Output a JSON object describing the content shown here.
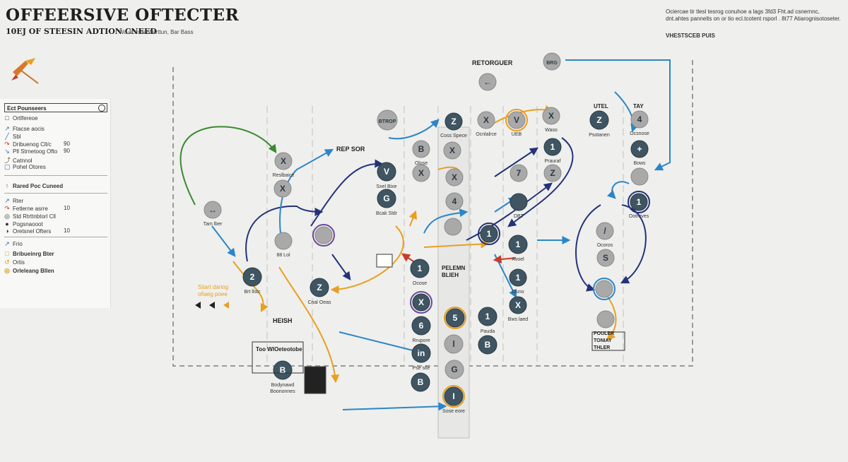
{
  "header": {
    "title": "OFFEERSIVE  OFTECTER",
    "subtitle": "10EJ OF STEESIN ADTION CNEED",
    "subnote": "Wa dcesia of arttun, Bar Bass",
    "top_note": "Ociercae tir tlesl tesrog conuhoe a lags 3fd3 Fht.ad csnernnc, dnt.ahtes pannelts on or tio ecl.tcotent rsporl  . 8t77 Atiarognisotoseter.",
    "top_label": "VHESTSCEB PUIS"
  },
  "legend": {
    "heading": "Ect Pounseers",
    "rows": [
      {
        "icon": "□",
        "label": "Ortlfereoe",
        "value": "",
        "color": "#333333"
      },
      {
        "icon": "↗",
        "label": "Ftacse aocis",
        "value": "",
        "color": "#2a6fb0"
      },
      {
        "icon": "╱",
        "label": "Sbl",
        "value": "",
        "color": "#2a6fb0"
      },
      {
        "icon": "↷",
        "label": "Dribuenog Cll/c",
        "value": "90",
        "color": "#c23a2a"
      },
      {
        "icon": "↘",
        "label": "Pll Strnetoog Ofto",
        "value": "90",
        "color": "#2a6fb0"
      },
      {
        "icon": "⤴",
        "label": "Catnnol",
        "value": "",
        "color": "#8a5a2a"
      },
      {
        "icon": "▢",
        "label": "Pohel Otores",
        "value": "",
        "color": "#2a6fb0"
      },
      {
        "icon": "↑",
        "label": "Rared Poc Cuneed",
        "value": "",
        "color": "#c23a2a",
        "bold": true
      },
      {
        "icon": "↗",
        "label": "Rter",
        "value": "",
        "color": "#2a6fb0"
      },
      {
        "icon": "↷",
        "label": "Fetlerne asrre",
        "value": "10",
        "color": "#c23a2a"
      },
      {
        "icon": "◎",
        "label": "Std Rtrttnbtorl Cll",
        "value": "",
        "color": "#333333"
      },
      {
        "icon": "●",
        "label": "Pogsnaooot",
        "value": "",
        "color": "#333333"
      },
      {
        "icon": "◑",
        "label": "Oretsnel Ofters",
        "value": "10",
        "color": "#333333"
      },
      {
        "icon": "↗",
        "label": "Frio",
        "value": "",
        "color": "#2a6fb0"
      },
      {
        "icon": "□",
        "label": "Bribueinrg Bter",
        "value": "",
        "color": "#d99a1a",
        "bold": true
      },
      {
        "icon": "↺",
        "label": "Ortis",
        "value": "",
        "color": "#d99a1a"
      },
      {
        "icon": "◎",
        "label": "Orleleang Bllen",
        "value": "",
        "color": "#d99a1a",
        "bold": true
      }
    ]
  },
  "colors": {
    "node": "#3f5562",
    "node_light": "#a9a9a9",
    "blue": "#2a86c8",
    "navy": "#23327a",
    "orange": "#e8a020",
    "green": "#3a8a30",
    "red": "#c83a2a",
    "purple": "#6a4a9a"
  },
  "field_labels": {
    "retro": "RETORGUER",
    "rep": "REP SOR",
    "heish": "HEISH",
    "pelemn": "PELEMN\nBLIEH",
    "box_label": "Too WIOeteotobe",
    "start_note": "Stiart dariog\nofiaeg poee",
    "pouler": "POULER\nTONIAY\nTHLER",
    "ilti": "UTEL",
    "tay": "TAY"
  },
  "nodes": [
    {
      "id": "n1",
      "glyph": "↔",
      "label": "Tam lber",
      "shade": "light"
    },
    {
      "id": "n2",
      "glyph": "2",
      "label": "Brt llstc",
      "shade": "dark"
    },
    {
      "id": "n3",
      "glyph": "X",
      "label": "Reslbaice",
      "shade": "light"
    },
    {
      "id": "n4",
      "glyph": "X",
      "label": "",
      "shade": "light"
    },
    {
      "id": "n5",
      "glyph": "",
      "label": "88  Lol",
      "shade": "light"
    },
    {
      "id": "n6",
      "glyph": "Z",
      "label": "Cnal Oeas",
      "shade": "dark"
    },
    {
      "id": "n7",
      "glyph": "",
      "label": "",
      "shade": "light"
    },
    {
      "id": "n8",
      "glyph": "BTROP",
      "label": "",
      "shade": "light"
    },
    {
      "id": "n9",
      "glyph": "V",
      "label": "Sxel Bixe",
      "shade": "dark"
    },
    {
      "id": "n10",
      "glyph": "G",
      "label": "Bcak Sldr",
      "shade": "dark"
    },
    {
      "id": "n11",
      "glyph": "B",
      "label": "Olose",
      "shade": "light"
    },
    {
      "id": "n12",
      "glyph": "X",
      "label": "",
      "shade": "light"
    },
    {
      "id": "n13",
      "glyph": "Z",
      "label": "Coss Spece",
      "shade": "dark"
    },
    {
      "id": "n14",
      "glyph": "X",
      "label": "",
      "shade": "light"
    },
    {
      "id": "n15",
      "glyph": "X",
      "label": "",
      "shade": "light"
    },
    {
      "id": "n16",
      "glyph": "4",
      "label": "",
      "shade": "light"
    },
    {
      "id": "n17",
      "glyph": "",
      "label": "",
      "shade": "light"
    },
    {
      "id": "n18",
      "glyph": "1",
      "label": "",
      "shade": "dark"
    },
    {
      "id": "n19",
      "glyph": "X",
      "label": "Ocnlalrce",
      "shade": "light"
    },
    {
      "id": "n20",
      "glyph": "V",
      "label": "UEB",
      "shade": "light"
    },
    {
      "id": "n21",
      "glyph": "X",
      "label": "Waso",
      "shade": "light"
    },
    {
      "id": "n22",
      "glyph": "1",
      "label": "Prauraf",
      "shade": "dark"
    },
    {
      "id": "n23",
      "glyph": "7",
      "label": "",
      "shade": "light"
    },
    {
      "id": "n24",
      "glyph": "Z",
      "label": "",
      "shade": "light"
    },
    {
      "id": "n25",
      "glyph": "",
      "label": "DBT",
      "shade": "dark"
    },
    {
      "id": "n26",
      "glyph": "1",
      "label": "Avoel",
      "shade": "dark"
    },
    {
      "id": "n27",
      "glyph": "1",
      "label": "Ouno",
      "shade": "dark"
    },
    {
      "id": "n28",
      "glyph": "X",
      "label": "Bws laed",
      "shade": "dark"
    },
    {
      "id": "n29",
      "glyph": "Z",
      "label": "Psotanen",
      "shade": "dark"
    },
    {
      "id": "n30",
      "glyph": "4",
      "label": "Ocsnose",
      "shade": "light"
    },
    {
      "id": "n31",
      "glyph": "+",
      "label": "Bows",
      "shade": "dark"
    },
    {
      "id": "n32",
      "glyph": "",
      "label": "",
      "shade": "light"
    },
    {
      "id": "n33",
      "glyph": "1",
      "label": "Ootreves",
      "shade": "dark"
    },
    {
      "id": "n34",
      "glyph": "/",
      "label": "Ocoros",
      "shade": "light"
    },
    {
      "id": "n35",
      "glyph": "S",
      "label": "",
      "shade": "light"
    },
    {
      "id": "n36",
      "glyph": "",
      "label": "",
      "shade": "light"
    },
    {
      "id": "n37",
      "glyph": "",
      "label": "",
      "shade": "light"
    },
    {
      "id": "n38",
      "glyph": "1",
      "label": "Ocose",
      "shade": "dark"
    },
    {
      "id": "n39",
      "glyph": "6",
      "label": "Rrupore",
      "shade": "dark"
    },
    {
      "id": "n40",
      "glyph": "in",
      "label": "Pse stle",
      "shade": "dark"
    },
    {
      "id": "n41",
      "glyph": "B",
      "label": "",
      "shade": "dark"
    },
    {
      "id": "n42",
      "glyph": "5",
      "label": "",
      "shade": "dark"
    },
    {
      "id": "n43",
      "glyph": "l",
      "label": "",
      "shade": "light"
    },
    {
      "id": "n44",
      "glyph": "G",
      "label": "",
      "shade": "light"
    },
    {
      "id": "n45",
      "glyph": "I",
      "label": "Sose eore",
      "shade": "dark"
    },
    {
      "id": "n46",
      "glyph": "1",
      "label": "Pauda",
      "shade": "dark"
    },
    {
      "id": "n47",
      "glyph": "B",
      "label": "",
      "shade": "dark"
    },
    {
      "id": "n48",
      "glyph": "B",
      "label": "Bodynawd\nBoononnes",
      "shade": "dark"
    },
    {
      "id": "n49",
      "glyph": "BRG",
      "label": "",
      "shade": "light"
    },
    {
      "id": "n50",
      "glyph": "←",
      "label": "",
      "shade": "light"
    },
    {
      "id": "n51",
      "glyph": "X",
      "label": "",
      "shade": "dark"
    }
  ]
}
